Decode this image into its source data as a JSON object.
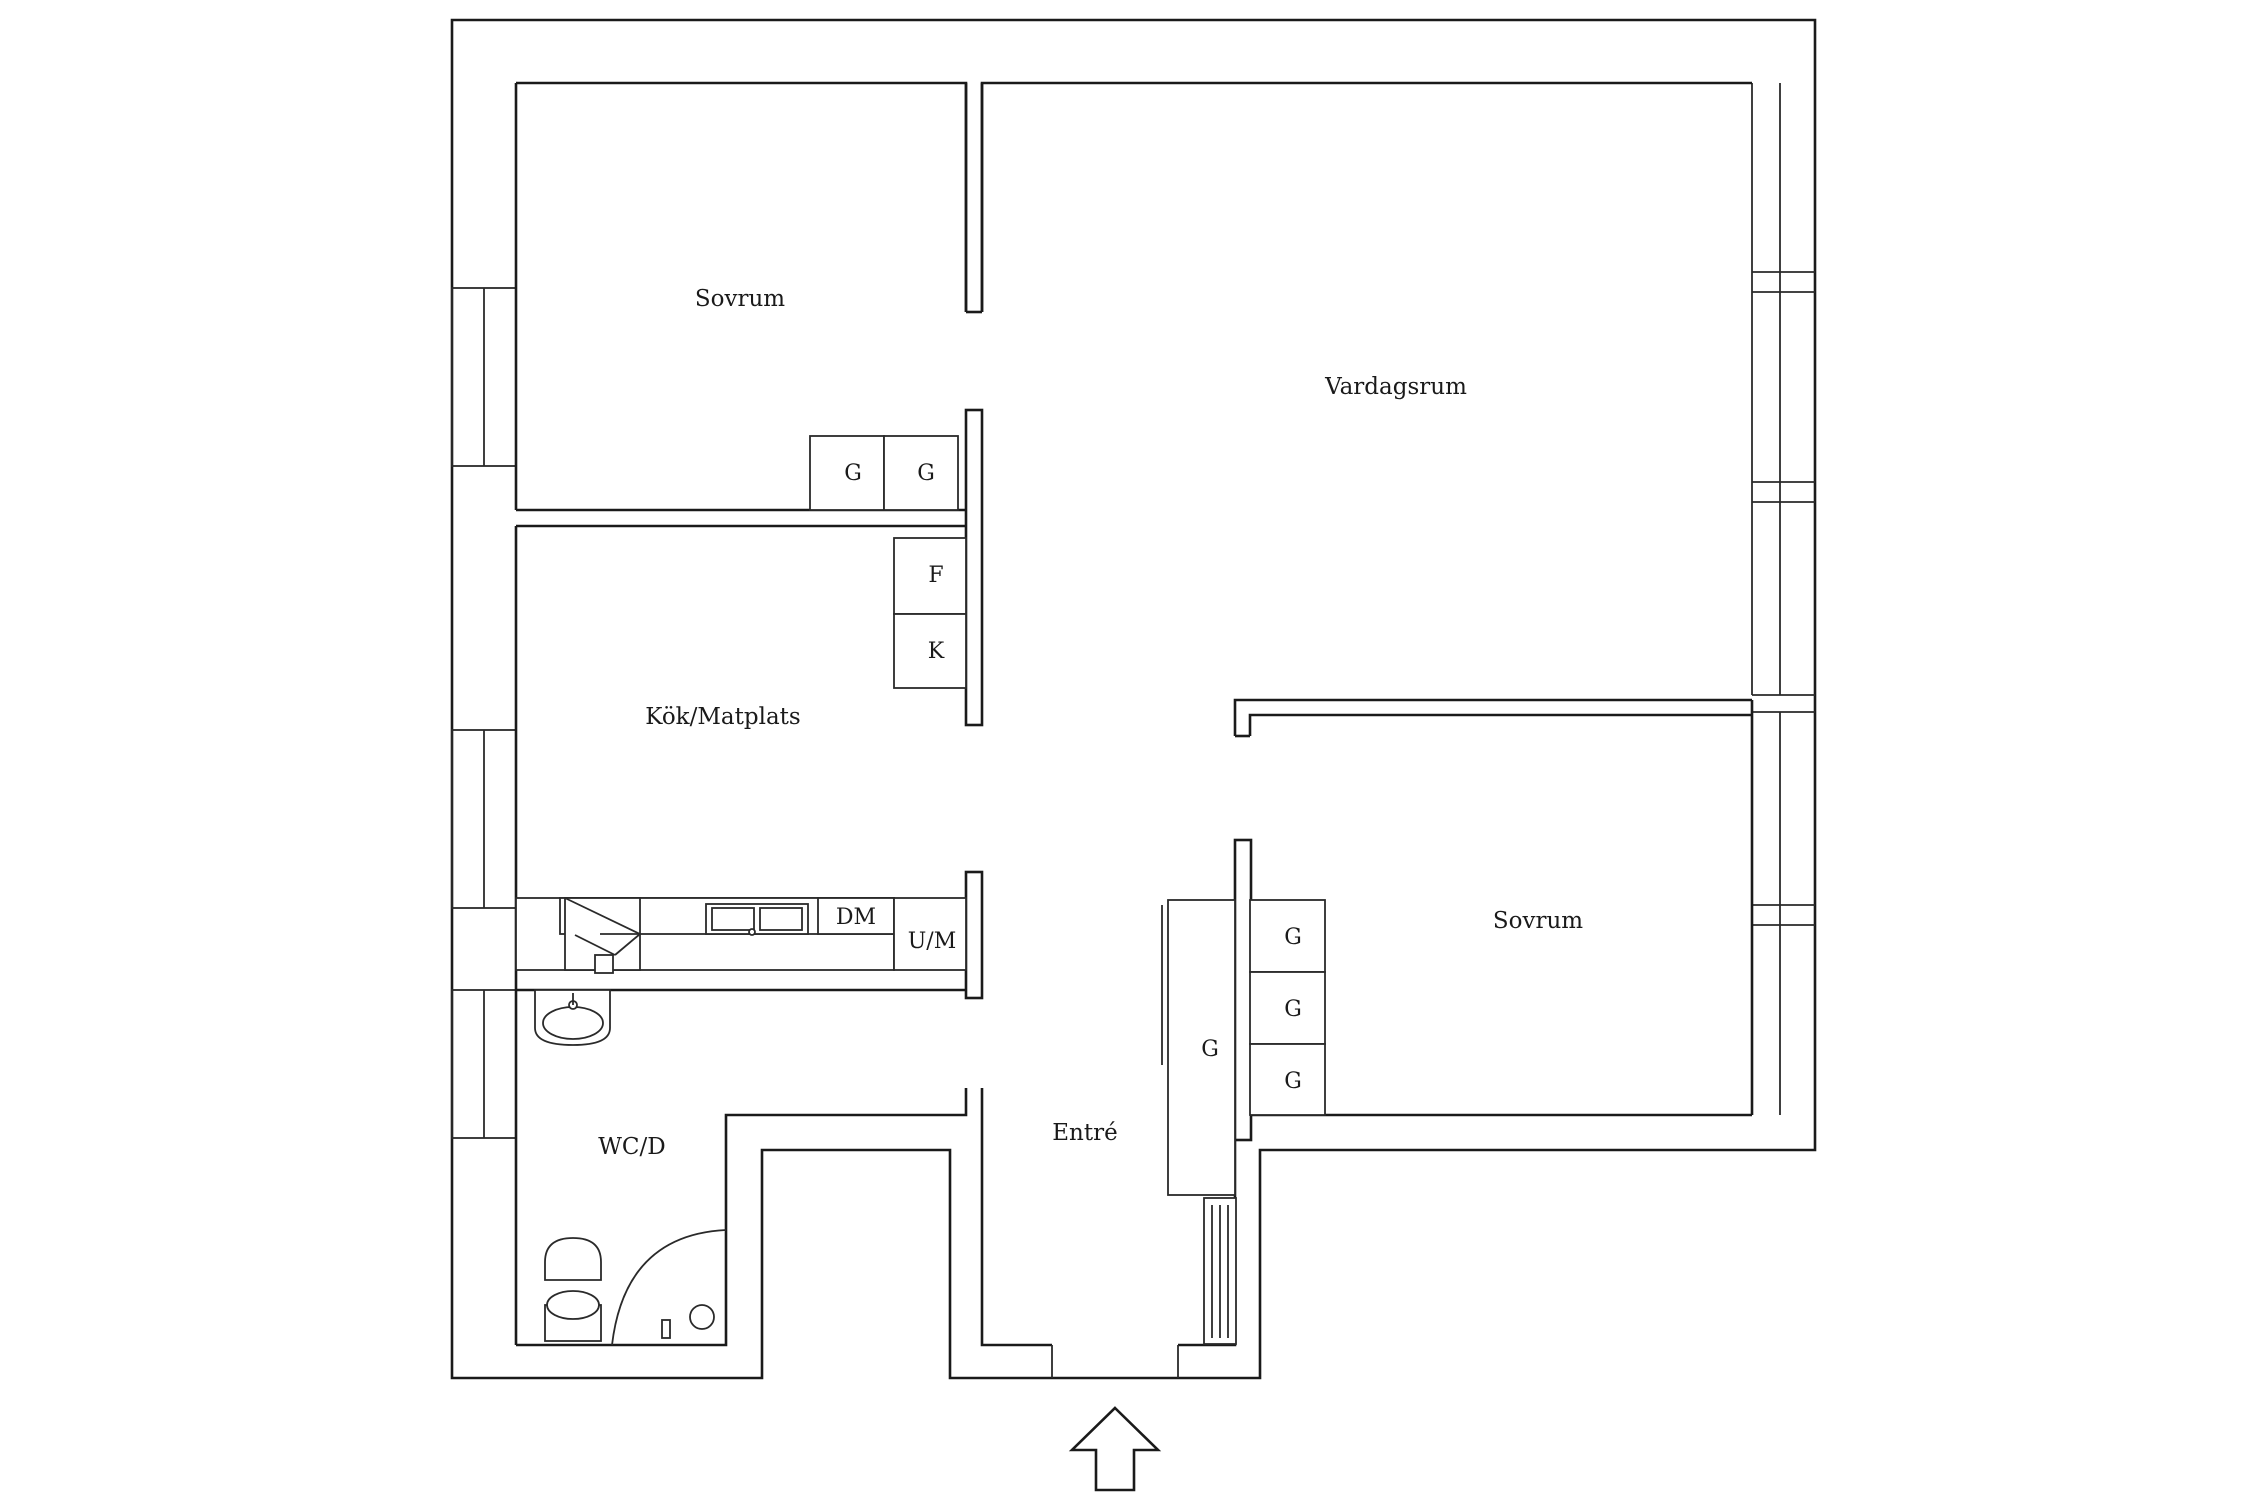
{
  "rooms": {
    "bedroom_top": "Sovrum",
    "living_room": "Vardagsrum",
    "kitchen": "Kök/Matplats",
    "bedroom_bottom": "Sovrum",
    "wc": "WC/D",
    "entrance": "Entré"
  },
  "cabinets": {
    "wardrobe_top_1": "G",
    "wardrobe_top_2": "G",
    "freezer": "F",
    "fridge": "K",
    "dishwasher": "DM",
    "oven_microwave": "U/M",
    "hall_wardrobe": "G",
    "wardrobe_right_1": "G",
    "wardrobe_right_2": "G",
    "wardrobe_right_3": "G"
  }
}
